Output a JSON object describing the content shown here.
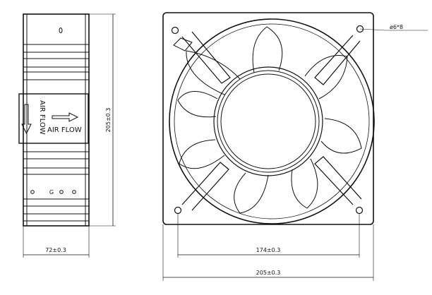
{
  "side_view": {
    "airflow_label_vertical": "AIR FLOW",
    "airflow_label_horizontal": "AIR FLOW",
    "height_dim": "205±0.3",
    "width_dim": "72±0.3",
    "top_mark": "0",
    "bottom_mark": "G"
  },
  "front_view": {
    "hole_callout": "ø6*8",
    "hole_spacing_dim": "174±0.3",
    "width_dim": "205±0.3"
  }
}
